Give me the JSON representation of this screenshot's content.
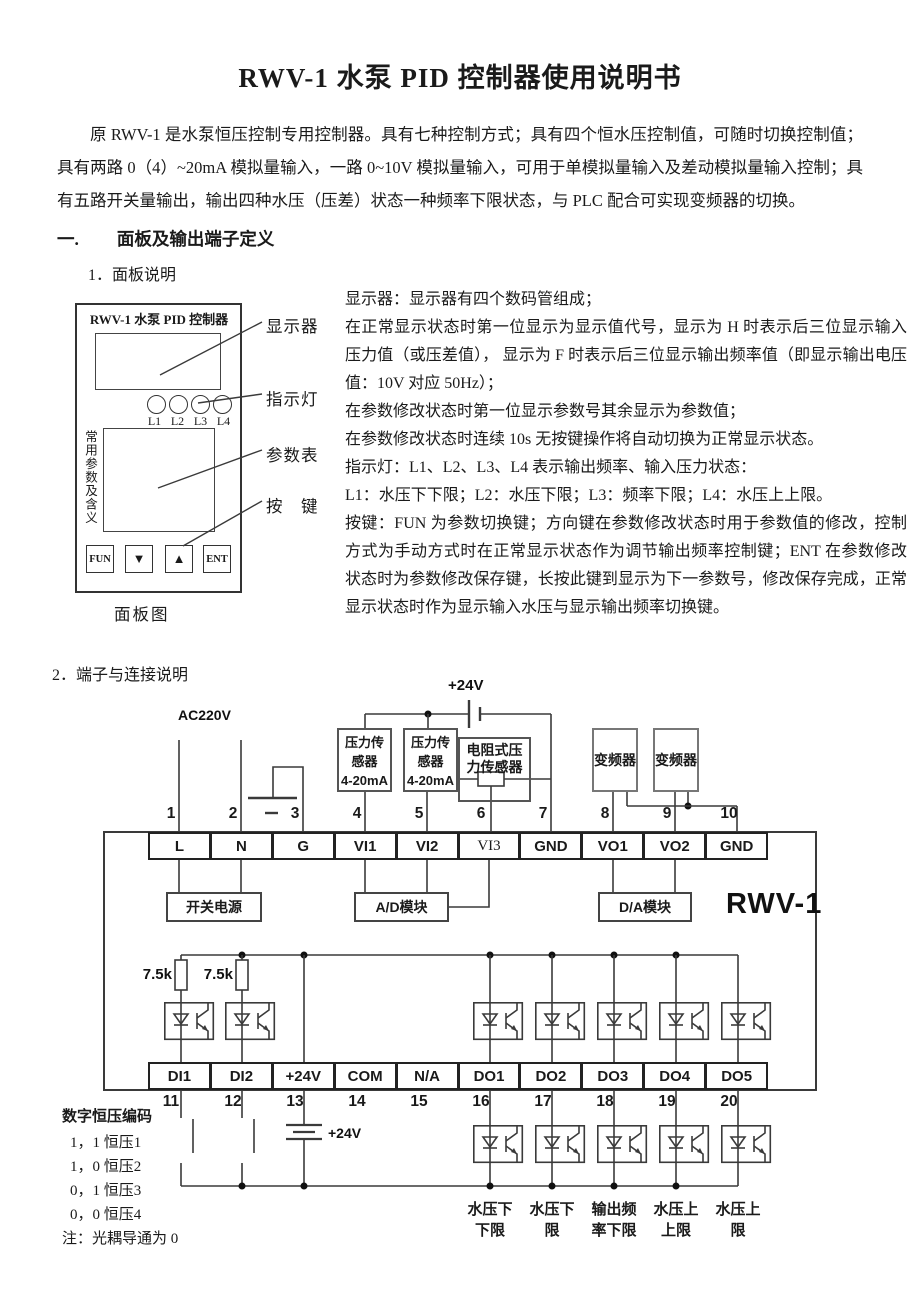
{
  "doc": {
    "title": "RWV-1 水泵 PID 控制器使用说明书",
    "intro": "原 RWV-1 是水泵恒压控制专用控制器。具有七种控制方式；具有四个恒水压控制值，可随时切换控制值；具有两路 0（4）~20mA 模拟量输入，一路 0~10V 模拟量输入，可用于单模拟量输入及差动模拟量输入控制；具有五路开关量输出，输出四种水压（压差）状态一种频率下限状态，与 PLC 配合可实现变频器的切换。",
    "section1_num": "一.",
    "section1_title": "面板及输出端子定义",
    "sub1": "1．面板说明",
    "sub2": "2．端子与连接说明"
  },
  "panel": {
    "title": "RWV-1 水泵 PID 控制器",
    "led_labels": [
      "L1",
      "L2",
      "L3",
      "L4"
    ],
    "side_label": "常用参数及含义",
    "buttons": [
      "FUN",
      "▼",
      "▲",
      "ENT"
    ],
    "caption": "面板图",
    "callouts": [
      "显示器",
      "指示灯",
      "参数表",
      "按　键"
    ]
  },
  "panel_text": {
    "p1": "显示器：显示器有四个数码管组成；",
    "p2": "在正常显示状态时第一位显示为显示值代号，显示为 H 时表示后三位显示输入压力值（或压差值）， 显示为 F 时表示后三位显示输出频率值（即显示输出电压值：10V 对应 50Hz）；",
    "p3": "在参数修改状态时第一位显示参数号其余显示为参数值；",
    "p4": "在参数修改状态时连续 10s 无按键操作将自动切换为正常显示状态。",
    "p5": "指示灯：L1、L2、L3、L4 表示输出频率、输入压力状态：",
    "p6": "L1：水压下下限；L2：水压下限；L3：频率下限；L4：水压上上限。",
    "p7": "按键：FUN 为参数切换键；方向键在参数修改状态时用于参数值的修改，控制方式为手动方式时在正常显示状态作为调节输出频率控制键；ENT 在参数修改状态时为参数修改保存键，长按此键到显示为下一参数号，修改保存完成，正常显示状态时作为显示输入水压与显示输出频率切换键。"
  },
  "diagram": {
    "ac_label": "AC220V",
    "v24_top": "+24V",
    "v24_bottom": "+24V",
    "sensor1": [
      "压力传",
      "感器",
      "4-20mA"
    ],
    "sensor2": [
      "压力传",
      "感器",
      "4-20mA"
    ],
    "sensor3_line1": "电阻式压",
    "sensor3_line2": "力传感器",
    "vfd1": "变频器",
    "vfd2": "变频器",
    "row1_numbers": [
      "1",
      "2",
      "3",
      "4",
      "5",
      "6",
      "7",
      "8",
      "9",
      "10"
    ],
    "row1": [
      "L",
      "N",
      "G",
      "VI1",
      "VI2",
      "VI3",
      "GND",
      "VO1",
      "VO2",
      "GND"
    ],
    "psu": "开关电源",
    "ad": "A/D模块",
    "da": "D/A模块",
    "unit": "RWV-1",
    "r1": "7.5k",
    "r2": "7.5k",
    "row2": [
      "DI1",
      "DI2",
      "+24V",
      "COM",
      "N/A",
      "DO1",
      "DO2",
      "DO3",
      "DO4",
      "DO5"
    ],
    "row2_numbers": [
      "11",
      "12",
      "13",
      "14",
      "15",
      "16",
      "17",
      "18",
      "19",
      "20"
    ],
    "code_title": "数字恒压编码",
    "codes": [
      "1，1 恒压1",
      "1，0 恒压2",
      "0，1 恒压3",
      "0，0 恒压4"
    ],
    "note": "注：光耦导通为 0",
    "do_labels": [
      [
        "水压下",
        "下限"
      ],
      [
        "水压下",
        "限"
      ],
      [
        "输出频",
        "率下限"
      ],
      [
        "水压上",
        "上限"
      ],
      [
        "水压上",
        "限"
      ]
    ]
  }
}
